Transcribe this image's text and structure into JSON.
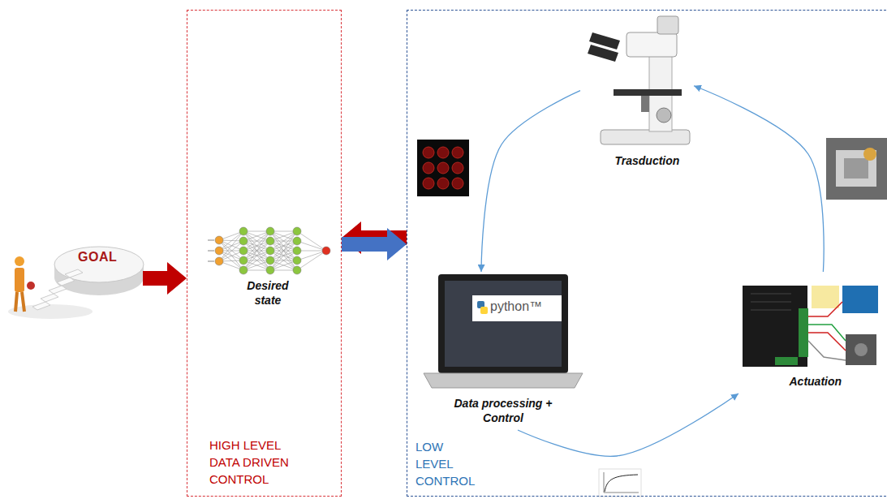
{
  "diagram": {
    "nodes": [
      {
        "text": [
          "GOAL"
        ]
      },
      {
        "text": [
          "HIGH LEVEL DATA DRIVEN CONTROL"
        ]
      },
      {
        "text": [
          "Desired state"
        ],
        "in": 1
      },
      {
        "text": [
          "LOW LEVEL CONTROL"
        ]
      },
      {
        "text": [
          "Trasduction"
        ],
        "in": 3
      },
      {
        "text": [
          "Data processing + Control"
        ],
        "in": 3
      },
      {
        "text": [
          "Actuation"
        ],
        "in": 3
      }
    ],
    "edges": [
      {
        "from": 0,
        "to": 1,
        "arrow": "to"
      },
      {
        "from": 3,
        "to": 1,
        "arrow": "to"
      },
      {
        "from": 1,
        "to": 3,
        "arrow": "to"
      },
      {
        "from": 4,
        "to": 5,
        "arrow": "to"
      },
      {
        "from": 5,
        "to": 6,
        "arrow": "to"
      },
      {
        "from": 6,
        "to": 4,
        "arrow": "to"
      }
    ],
    "labels": [
      "python™"
    ]
  }
}
